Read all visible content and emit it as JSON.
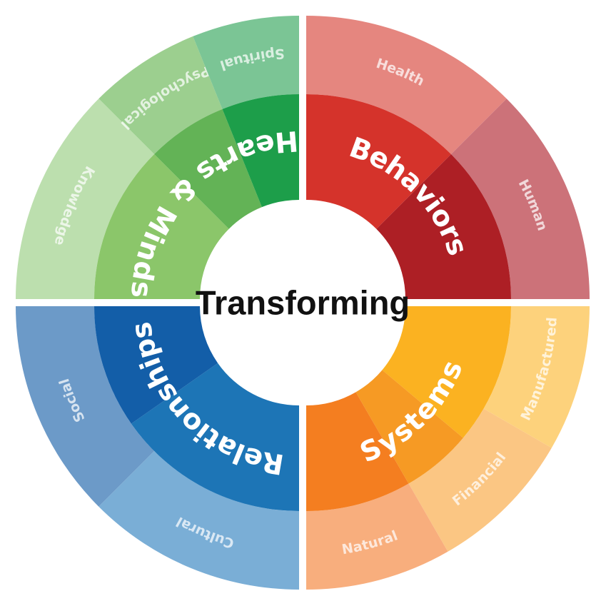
{
  "center": {
    "title": "Transforming"
  },
  "quadrants": [
    {
      "label": "Hearts & Minds",
      "inner_colors": [
        "#8bc66a",
        "#63b356",
        "#1d9e4a"
      ],
      "outer_colors": [
        "#bcdfae",
        "#9ccf8f",
        "#7bc595"
      ],
      "outer_labels": [
        "Knowledge",
        "Psychological",
        "Spiritual"
      ]
    },
    {
      "label": "Behaviors",
      "inner_colors": [
        "#d5332b",
        "#ad1f25"
      ],
      "outer_colors": [
        "#e5867f",
        "#cc7279"
      ],
      "outer_labels": [
        "Health",
        "Human"
      ]
    },
    {
      "label": "Systems",
      "inner_colors": [
        "#fbb221",
        "#f69a24",
        "#f47e20"
      ],
      "outer_colors": [
        "#fdd27c",
        "#fbc683",
        "#f8ae7d"
      ],
      "outer_labels": [
        "Manufactured",
        "Financial",
        "Natural"
      ]
    },
    {
      "label": "Relationships",
      "inner_colors": [
        "#1d75b6",
        "#135ea8"
      ],
      "outer_colors": [
        "#7aaed6",
        "#6c9ac8"
      ],
      "outer_labels": [
        "Cultural",
        "Social"
      ]
    }
  ]
}
